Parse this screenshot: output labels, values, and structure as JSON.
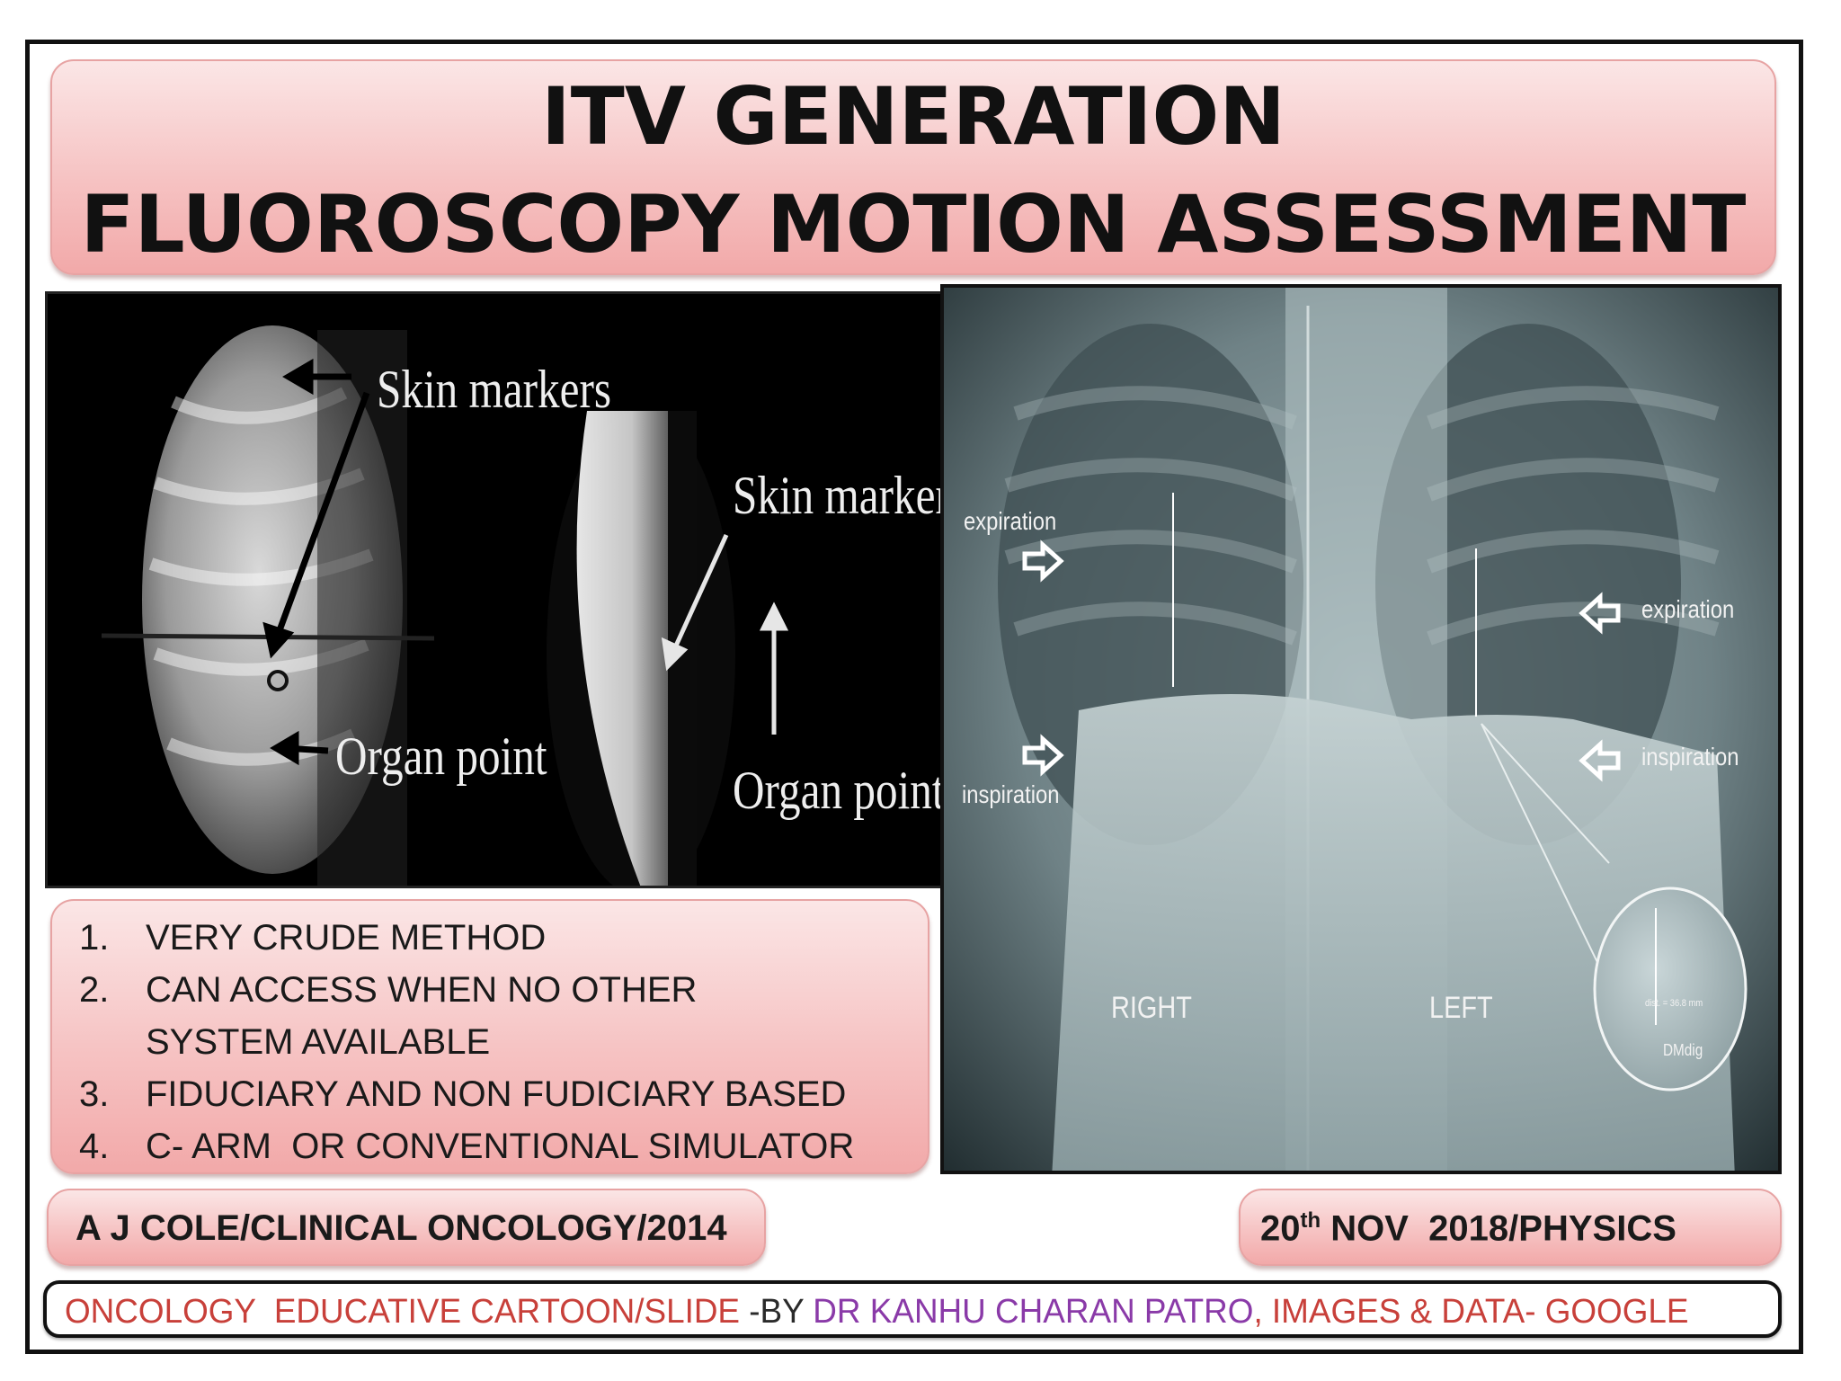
{
  "title": {
    "line1": "ITV GENERATION",
    "line2": "FLUOROSCOPY MOTION ASSESSMENT"
  },
  "left_image": {
    "label_skin_markers": "Skin markers",
    "label_organ_point_1": "Organ point",
    "label_skin_marker": "Skin marker",
    "label_organ_point_2": "Organ point"
  },
  "right_image": {
    "label_expiration_left": "expiration",
    "label_inspiration_left": "inspiration",
    "label_expiration_right": "expiration",
    "label_inspiration_right": "inspiration",
    "label_right": "RIGHT",
    "label_left": "LEFT",
    "label_measure": "dist. = 36.8 mm",
    "label_dmdig": "DMdig"
  },
  "list": [
    {
      "num": "1.",
      "text": "VERY CRUDE METHOD"
    },
    {
      "num": "2.",
      "text": "CAN ACCESS WHEN NO OTHER SYSTEM AVAILABLE"
    },
    {
      "num": "3.",
      "text": "FIDUCIARY AND NON FUDICIARY BASED"
    },
    {
      "num": "4.",
      "text": "C- ARM  OR CONVENTIONAL SIMULATOR"
    }
  ],
  "reference": "A J COLE/CLINICAL ONCOLOGY/2014",
  "date": {
    "day": "20",
    "suffix": "th",
    "rest": " NOV  2018/PHYSICS"
  },
  "credit": {
    "part1": "ONCOLOGY  EDUCATIVE CARTOON/SLIDE ",
    "part2": "-BY ",
    "part3": "DR KANHU CHARAN PATRO",
    "part4": ", IMAGES & DATA- GOOGLE"
  },
  "colors": {
    "credit_part1": "#c8403a",
    "credit_part2": "#2a2a2a",
    "credit_part3": "#8a3aa8",
    "credit_part4": "#c8403a"
  }
}
